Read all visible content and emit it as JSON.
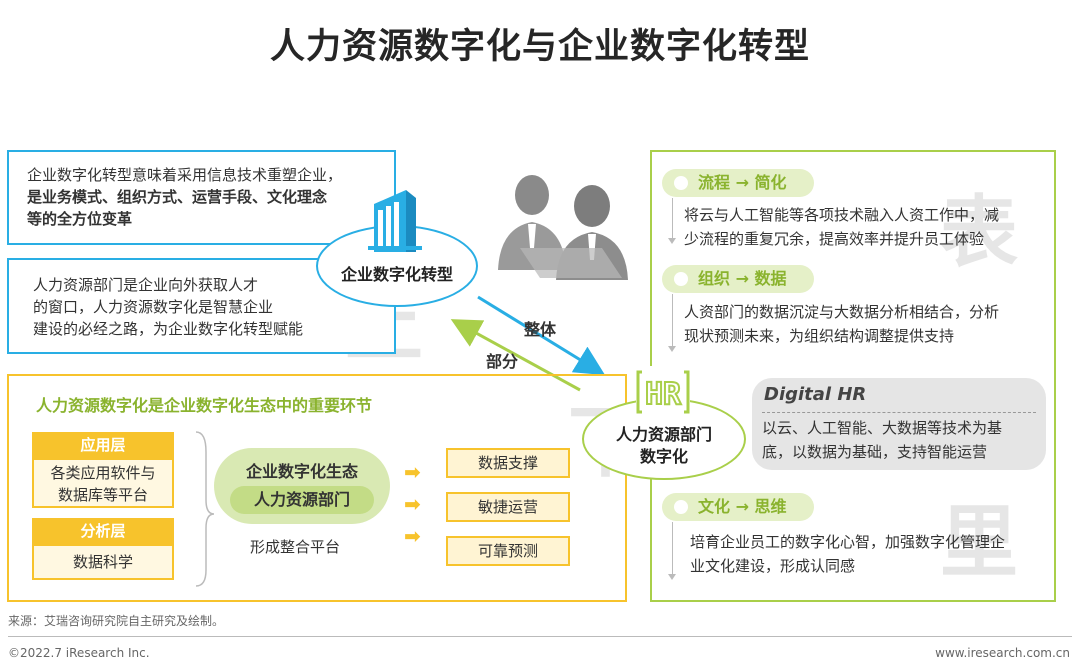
{
  "title": "人力资源数字化与企业数字化转型",
  "bg_chars": {
    "up": "上",
    "down": "下",
    "surface": "表",
    "inner": "里"
  },
  "top_left": {
    "line1": "企业数字化转型意味着采用信息技术重塑企业，",
    "line2": "是业务模式、组织方式、运营手段、文化理念",
    "line3": "等的全方位变革"
  },
  "mid_left": {
    "line1": "人力资源部门是企业向外获取人才",
    "line2": "的窗口，人力资源数字化是智慧企业",
    "line3": "建设的必经之路，为企业数字化转型赋能"
  },
  "ellipse_top": "企业数字化转型",
  "ellipse_bottom": {
    "line1": "人力资源部门",
    "line2": "数字化"
  },
  "arrow_whole": "整体",
  "arrow_part": "部分",
  "ecosystem": {
    "heading": "人力资源数字化是企业数字化生态中的重要环节",
    "app_layer_label": "应用层",
    "app_layer_line1": "各类应用软件与",
    "app_layer_line2": "数据库等平台",
    "analysis_layer_label": "分析层",
    "analysis_layer_body": "数据科学",
    "center_top": "企业数字化生态",
    "center_bottom": "人力资源部门",
    "platform": "形成整合平台",
    "outputs": [
      "数据支撑",
      "敏捷运营",
      "可靠预测"
    ]
  },
  "right": {
    "flow_title": "流程 → 简化",
    "flow_line1": "将云与人工智能等各项技术融入人资工作中，减",
    "flow_line2": "少流程的重复冗余，提高效率并提升员工体验",
    "org_title": "组织 → 数据",
    "org_line1": "人资部门的数据沉淀与大数据分析相结合，分析",
    "org_line2": "现状预测未来，为组织结构调整提供支持",
    "dhr_title": "Digital HR",
    "dhr_line1": "以云、人工智能、大数据等技术为基",
    "dhr_line2": "底，以数据为基础，支持智能运营",
    "culture_title": "文化 → 思维",
    "culture_line1": "培育企业员工的数字化心智，加强数字化管理企",
    "culture_line2": "业文化建设，形成认同感"
  },
  "source": "来源：艾瑞咨询研究院自主研究及绘制。",
  "copyright": "©2022.7 iResearch Inc.",
  "website": "www.iresearch.com.cn",
  "colors": {
    "blue": "#29aee4",
    "green": "#a9cf4a",
    "yellow": "#f7c32c"
  }
}
